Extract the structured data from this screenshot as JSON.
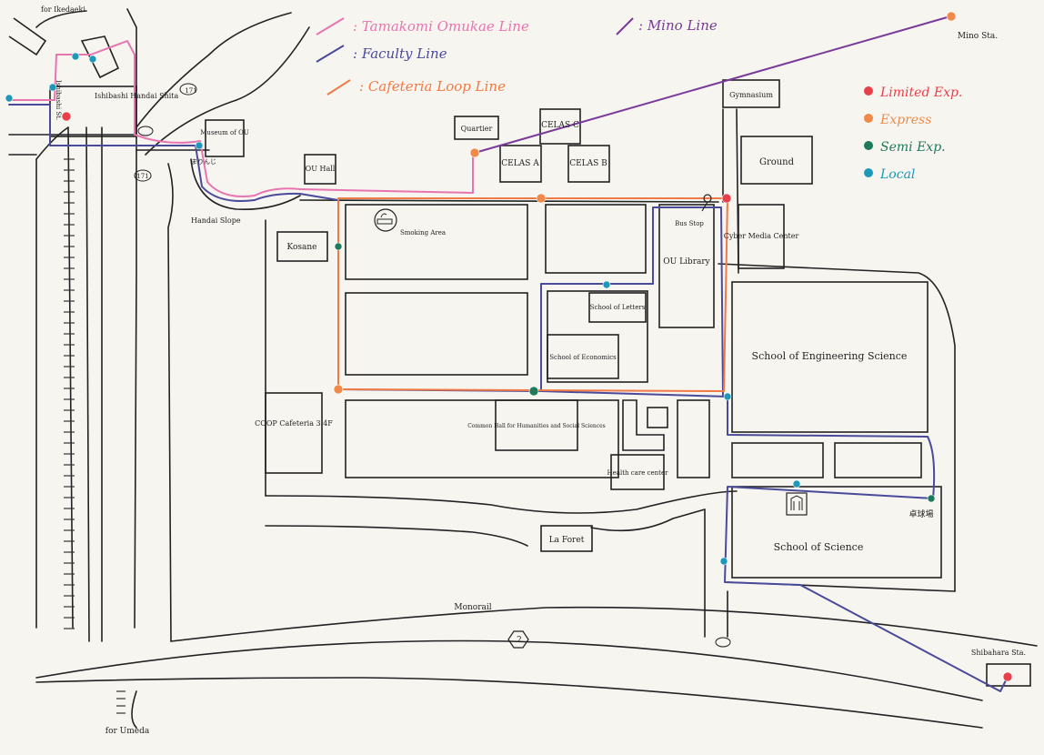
{
  "colors": {
    "tamakomi": "#e874b0",
    "faculty": "#4a4a9a",
    "cafeteria": "#f07a45",
    "mino": "#7a3a9a",
    "limited": "#e8404a",
    "express": "#f08a4a",
    "semi": "#1e7a5a",
    "local": "#1e98b8",
    "ink": "#222222"
  },
  "lines_legend": [
    {
      "key": "tamakomi",
      "label": ": Tamakomi Omukae Line"
    },
    {
      "key": "faculty",
      "label": ": Faculty Line"
    },
    {
      "key": "cafeteria",
      "label": ": Cafeteria Loop Line"
    },
    {
      "key": "mino",
      "label": ": Mino Line"
    }
  ],
  "service_legend": [
    {
      "key": "limited",
      "label": "Limited Exp."
    },
    {
      "key": "express",
      "label": "Express"
    },
    {
      "key": "semi",
      "label": "Semi Exp."
    },
    {
      "key": "local",
      "label": "Local"
    }
  ],
  "places": {
    "ishibashi_handai_shita": "Ishibashi Handai Shita",
    "museum": "Museum of OU",
    "ou_hall": "OU Hall",
    "quartier": "Quartier",
    "celas_c": "CELAS C",
    "celas_a": "CELAS A",
    "celas_b": "CELAS B",
    "gymnasium": "Gymnasium",
    "ground": "Ground",
    "cyber_media": "Cyber Media Center",
    "kosane": "Kosane",
    "smoking": "Smoking Area",
    "bus_stop": "Bus Stop",
    "ou_library": "OU Library",
    "school_letters": "School of Letters",
    "school_economics": "School of Economics",
    "school_eng": "School of Engineering Science",
    "coop": "COOP Cafeteria 3.4F",
    "common_hall": "Common Hall for Humanities and Social Sciences",
    "health_care": "Health care center",
    "la_foret": "La Foret",
    "school_science": "School of Science",
    "table_tennis": "卓球場",
    "handai_slope": "Handai Slope",
    "monorail": "Monorail",
    "route2": "2",
    "shibahara": "Shibahara Sta.",
    "mino_sta": "Mino Sta.",
    "for_ikeda": "for Ikedaeki",
    "for_umeda": "for Umeda",
    "r171a": "171",
    "r171b": "171",
    "mayumi": "まりんじ",
    "ou_ishibashi": "Ishibashi St."
  }
}
